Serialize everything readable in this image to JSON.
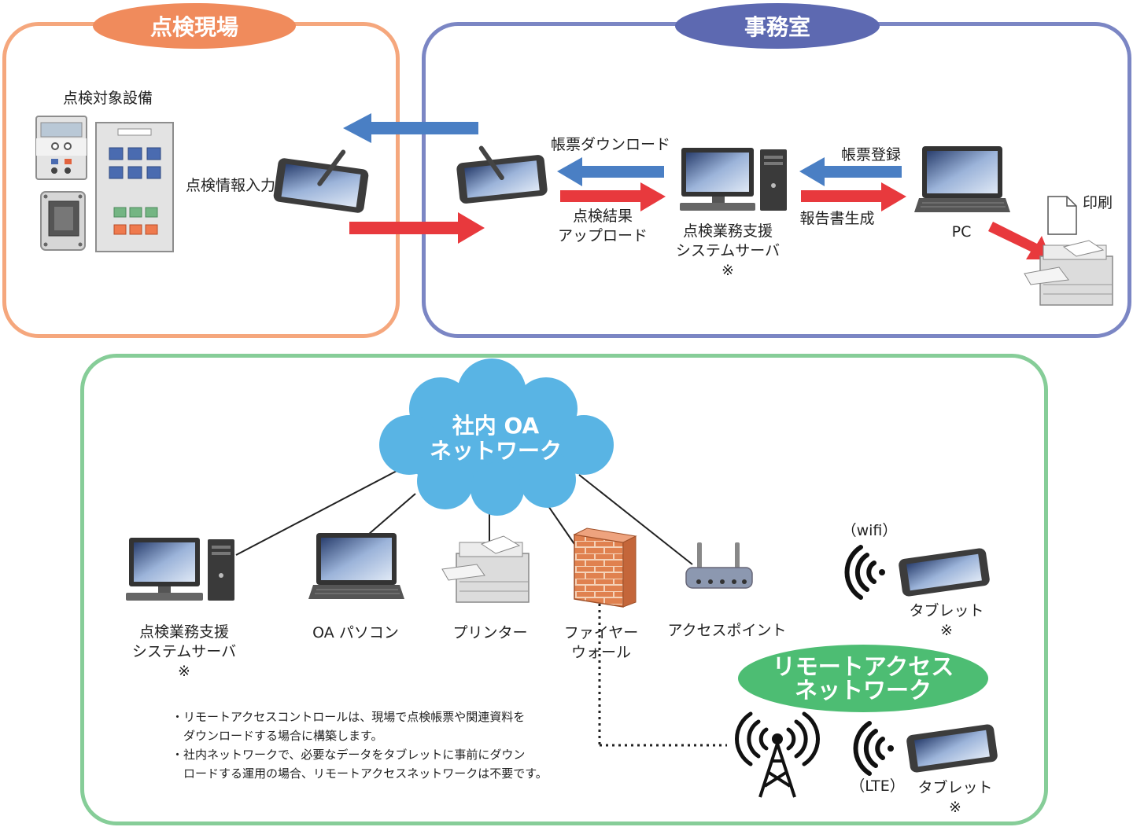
{
  "sections": {
    "site": "点検現場",
    "office": "事務室",
    "remote_network": [
      "リモートアクセス",
      "ネットワーク"
    ]
  },
  "site": {
    "equipment_label": "点検対象設備",
    "input_label": "点検情報入力"
  },
  "office": {
    "download_label": "帳票ダウンロード",
    "upload_label": [
      "点検結果",
      "アップロード"
    ],
    "server_label": [
      "点検業務支援",
      "システムサーバ",
      "※"
    ],
    "register_label": "帳票登録",
    "report_label": "報告書生成",
    "pc_label": "PC",
    "print_label": "印刷"
  },
  "network": {
    "cloud_label": [
      "社内 OA",
      "ネットワーク"
    ],
    "server_label": [
      "点検業務支援",
      "システムサーバ",
      "※"
    ],
    "pc_label": "OA パソコン",
    "printer_label": "プリンター",
    "firewall_label": [
      "ファイヤー",
      "ウォール"
    ],
    "ap_label": "アクセスポイント",
    "wifi_label": "（wifi）",
    "tablet_wifi_label": [
      "タブレット",
      "※"
    ],
    "lte_label": "（LTE）",
    "tablet_lte_label": [
      "タブレット",
      "※"
    ]
  },
  "notes": [
    "・リモートアクセスコントロールは、現場で点検帳票や関連資料を",
    "　ダウンロードする場合に構築します。",
    "・社内ネットワークで、必要なデータをタブレットに事前にダウン",
    "　ロードする運用の場合、リモートアクセスネットワークは不要です。"
  ],
  "colors": {
    "site": "#f5a77d",
    "office": "#7b86c4",
    "network": "#86cd98",
    "arrow_blue": "#4a7fc4",
    "arrow_red": "#e8393d",
    "cloud": "#59b4e4"
  }
}
